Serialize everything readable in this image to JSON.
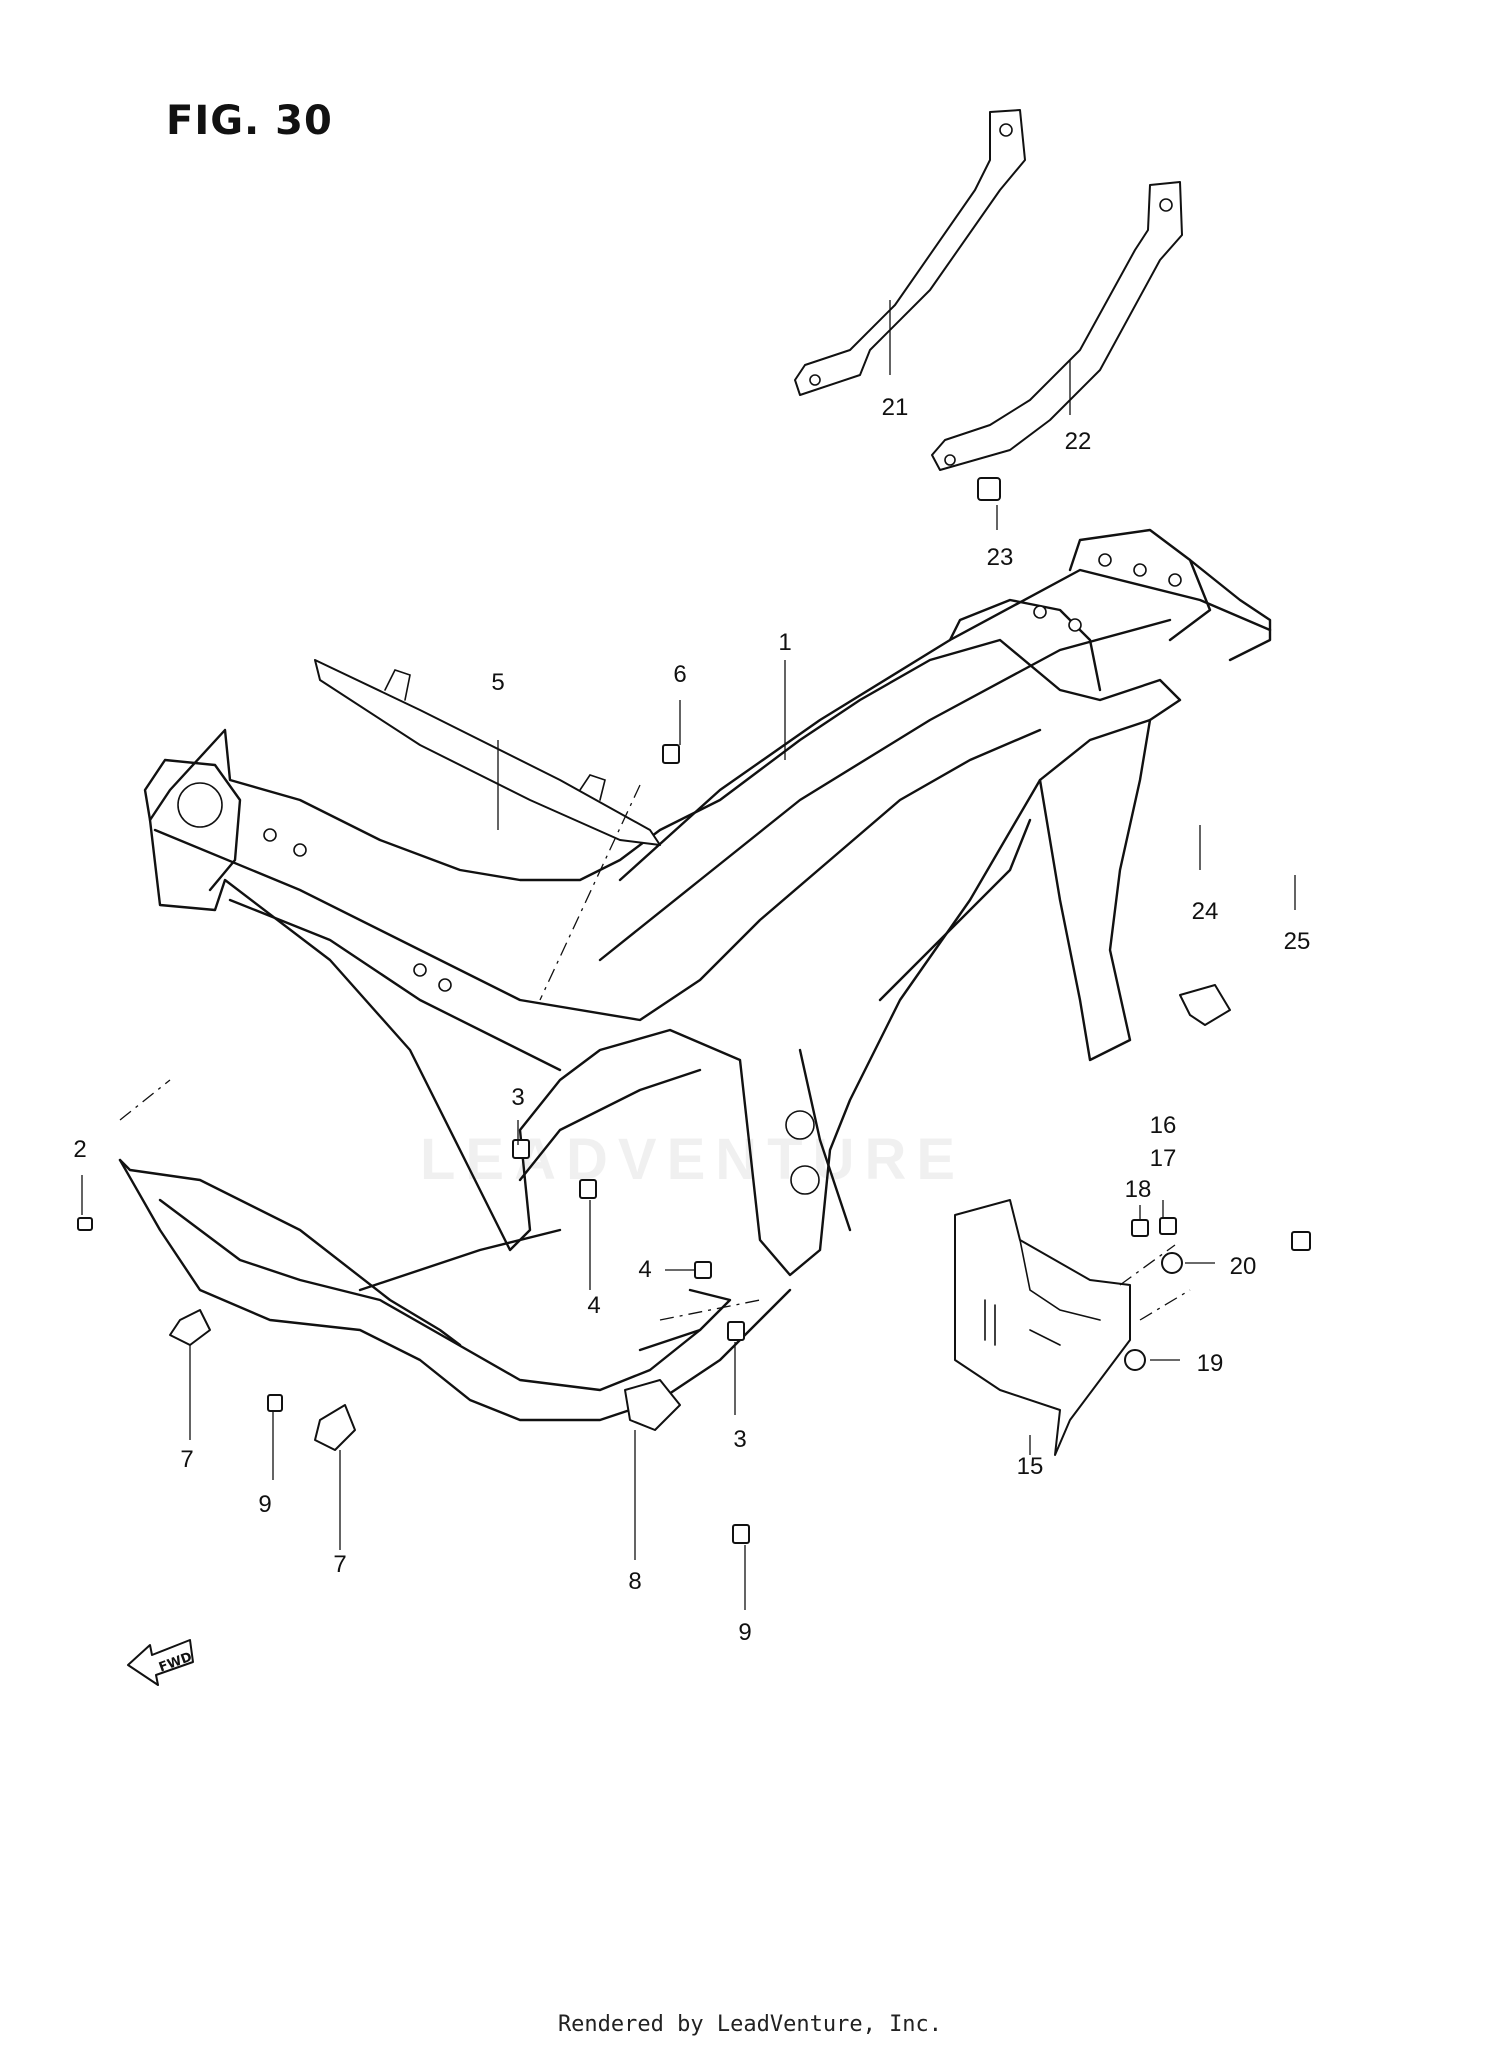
{
  "figure": {
    "title": "FIG. 30"
  },
  "footer": {
    "credit": "Rendered by LeadVenture, Inc."
  },
  "watermark": {
    "text": "LEADVENTURE"
  },
  "fwd_badge": {
    "text": "FWD"
  },
  "callouts": [
    {
      "id": "1",
      "label": "1"
    },
    {
      "id": "2",
      "label": "2"
    },
    {
      "id": "3a",
      "label": "3"
    },
    {
      "id": "3b",
      "label": "3"
    },
    {
      "id": "4a",
      "label": "4"
    },
    {
      "id": "4b",
      "label": "4"
    },
    {
      "id": "5",
      "label": "5"
    },
    {
      "id": "6",
      "label": "6"
    },
    {
      "id": "7a",
      "label": "7"
    },
    {
      "id": "7b",
      "label": "7"
    },
    {
      "id": "8",
      "label": "8"
    },
    {
      "id": "9a",
      "label": "9"
    },
    {
      "id": "9b",
      "label": "9"
    },
    {
      "id": "15",
      "label": "15"
    },
    {
      "id": "16",
      "label": "16"
    },
    {
      "id": "17",
      "label": "17"
    },
    {
      "id": "18",
      "label": "18"
    },
    {
      "id": "19",
      "label": "19"
    },
    {
      "id": "20",
      "label": "20"
    },
    {
      "id": "21",
      "label": "21"
    },
    {
      "id": "22",
      "label": "22"
    },
    {
      "id": "23",
      "label": "23"
    },
    {
      "id": "24",
      "label": "24"
    },
    {
      "id": "25",
      "label": "25"
    }
  ]
}
